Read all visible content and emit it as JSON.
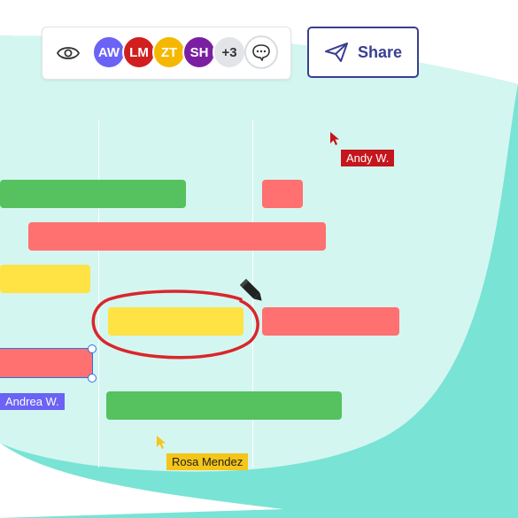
{
  "colors": {
    "blob_light": "#d4f6f0",
    "blob_dark": "#79e3d5",
    "bar_green": "#55c25f",
    "bar_red": "#ff7070",
    "bar_yellow": "#ffe244",
    "annotation_red": "#d9262c",
    "share_accent": "#3a3f8f",
    "selection_blue": "#2b72e8"
  },
  "toolbar": {
    "view_icon": "eye-icon",
    "avatars": [
      {
        "initials": "AW",
        "color": "#6b63f5"
      },
      {
        "initials": "LM",
        "color": "#d11f1f"
      },
      {
        "initials": "ZT",
        "color": "#f5b800"
      },
      {
        "initials": "SH",
        "color": "#7b1fa2"
      }
    ],
    "more_count": "+3",
    "comment_icon": "comment-bubble-icon"
  },
  "share_button": {
    "label": "Share",
    "icon": "paper-plane-icon"
  },
  "bars": [
    {
      "color": "green"
    },
    {
      "color": "red"
    },
    {
      "color": "red"
    },
    {
      "color": "yellow"
    },
    {
      "color": "yellow"
    },
    {
      "color": "red"
    },
    {
      "color": "red"
    },
    {
      "color": "green"
    }
  ],
  "cursors": [
    {
      "name": "Andy W.",
      "color": "#c5161d",
      "text_color": "#ffffff"
    },
    {
      "name": "Andrea W.",
      "color": "#6b63f5",
      "text_color": "#ffffff"
    },
    {
      "name": "Rosa Mendez",
      "color": "#f5c518",
      "text_color": "#222222"
    }
  ],
  "annotation_icon": "pencil-icon"
}
